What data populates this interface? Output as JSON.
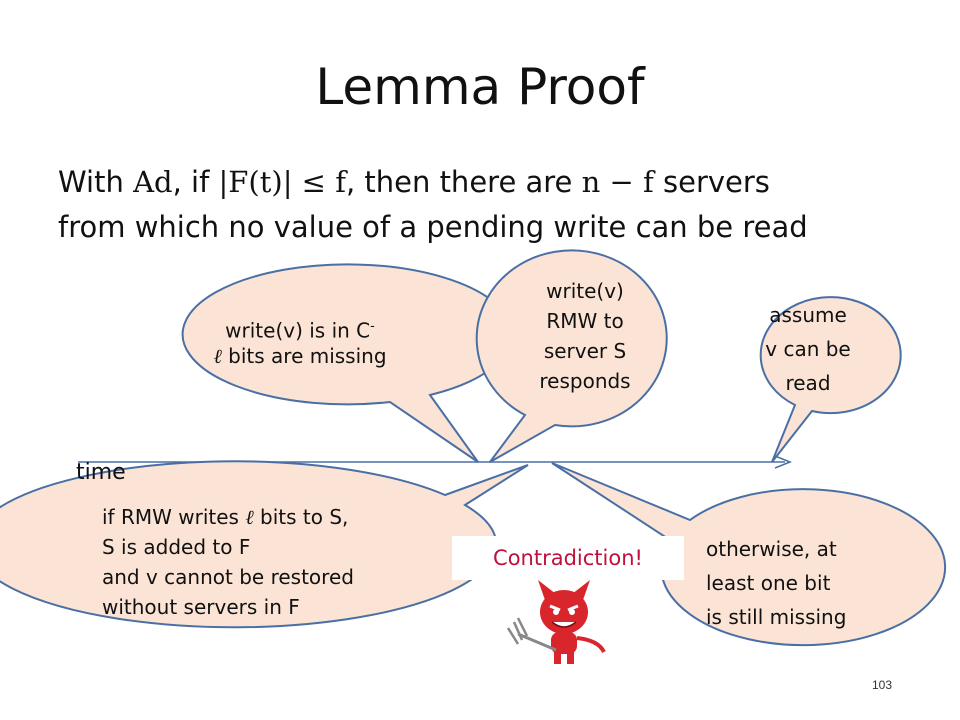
{
  "slide": {
    "title": "Lemma Proof",
    "statement": {
      "p1": "With ",
      "m1": "Ad",
      "p2": ", if ",
      "m2": "|F(t)| ≤ f",
      "p3": ", then there are ",
      "m3": "n − f",
      "p4": " servers",
      "line2": "from which no value of a pending write can be read"
    },
    "callouts": {
      "c1_line1": "write(v) is in C",
      "c1_sup": "-",
      "c1_ell": "ℓ",
      "c1_line2": " bits are missing",
      "c2_line1": "write(v)",
      "c2_line2": "RMW to",
      "c2_line3": "server S",
      "c2_line4": "responds",
      "c3_line1": "assume",
      "c3_line2": "v can be",
      "c3_line3": "read",
      "c4_line1a": "if RMW writes ",
      "c4_ell": "ℓ",
      "c4_line1b": " bits to S,",
      "c4_line2": "S is added to F",
      "c4_line3": "and v cannot be restored",
      "c4_line4": "without servers in F",
      "c5_line1": "otherwise, at",
      "c5_line2": "least one bit",
      "c5_line3": "is still missing"
    },
    "time_label": "time",
    "contradiction": "Contradiction!",
    "page_number": "103",
    "colors": {
      "bubble_fill": "#fbe4d5",
      "bubble_stroke": "#4a6fa5",
      "contradiction_text": "#c0103c",
      "devil_red": "#d9262c"
    },
    "icons": [
      "devil-icon",
      "pitchfork-icon"
    ]
  }
}
